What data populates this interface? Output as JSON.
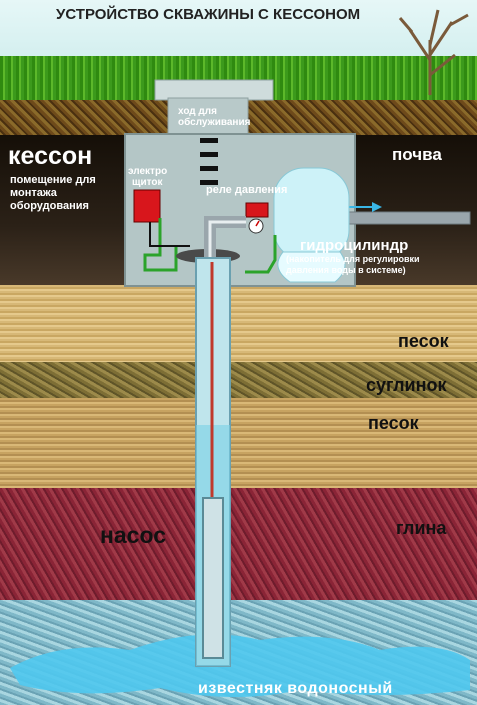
{
  "title": "УСТРОЙСТВО СКВАЖИНЫ С КЕССОНОМ",
  "caisson": {
    "label": "кессон",
    "desc_line1": "помещение для",
    "desc_line2": "монтажа",
    "desc_line3": "оборудования",
    "hatch_line1": "ход для",
    "hatch_line2": "обслуживания",
    "panel_line1": "электро",
    "panel_line2": "щиток",
    "pressure_relay": "реле давления"
  },
  "tank": {
    "label": "гидроцилиндр",
    "desc_line1": "(накопитель для регулировки",
    "desc_line2": "давления воды в системе)"
  },
  "layers": {
    "soil": "почва",
    "sand1": "песок",
    "loam": "суглинок",
    "sand2": "песок",
    "clay": "глина",
    "limestone": "известняк водоносный"
  },
  "pump": "насос",
  "colors": {
    "sky": "#dff4f4",
    "grass": "#3e9a1a",
    "soil": "#1a1208",
    "sand": "#d9b97a",
    "loam": "#8a7a40",
    "clay": "#8f2a3a",
    "water": "#8fd6ef",
    "caisson": "#b4c6c6",
    "tank": "#cdf2f8",
    "panel_red": "#d8161c",
    "wire_green": "#2ba32b"
  }
}
